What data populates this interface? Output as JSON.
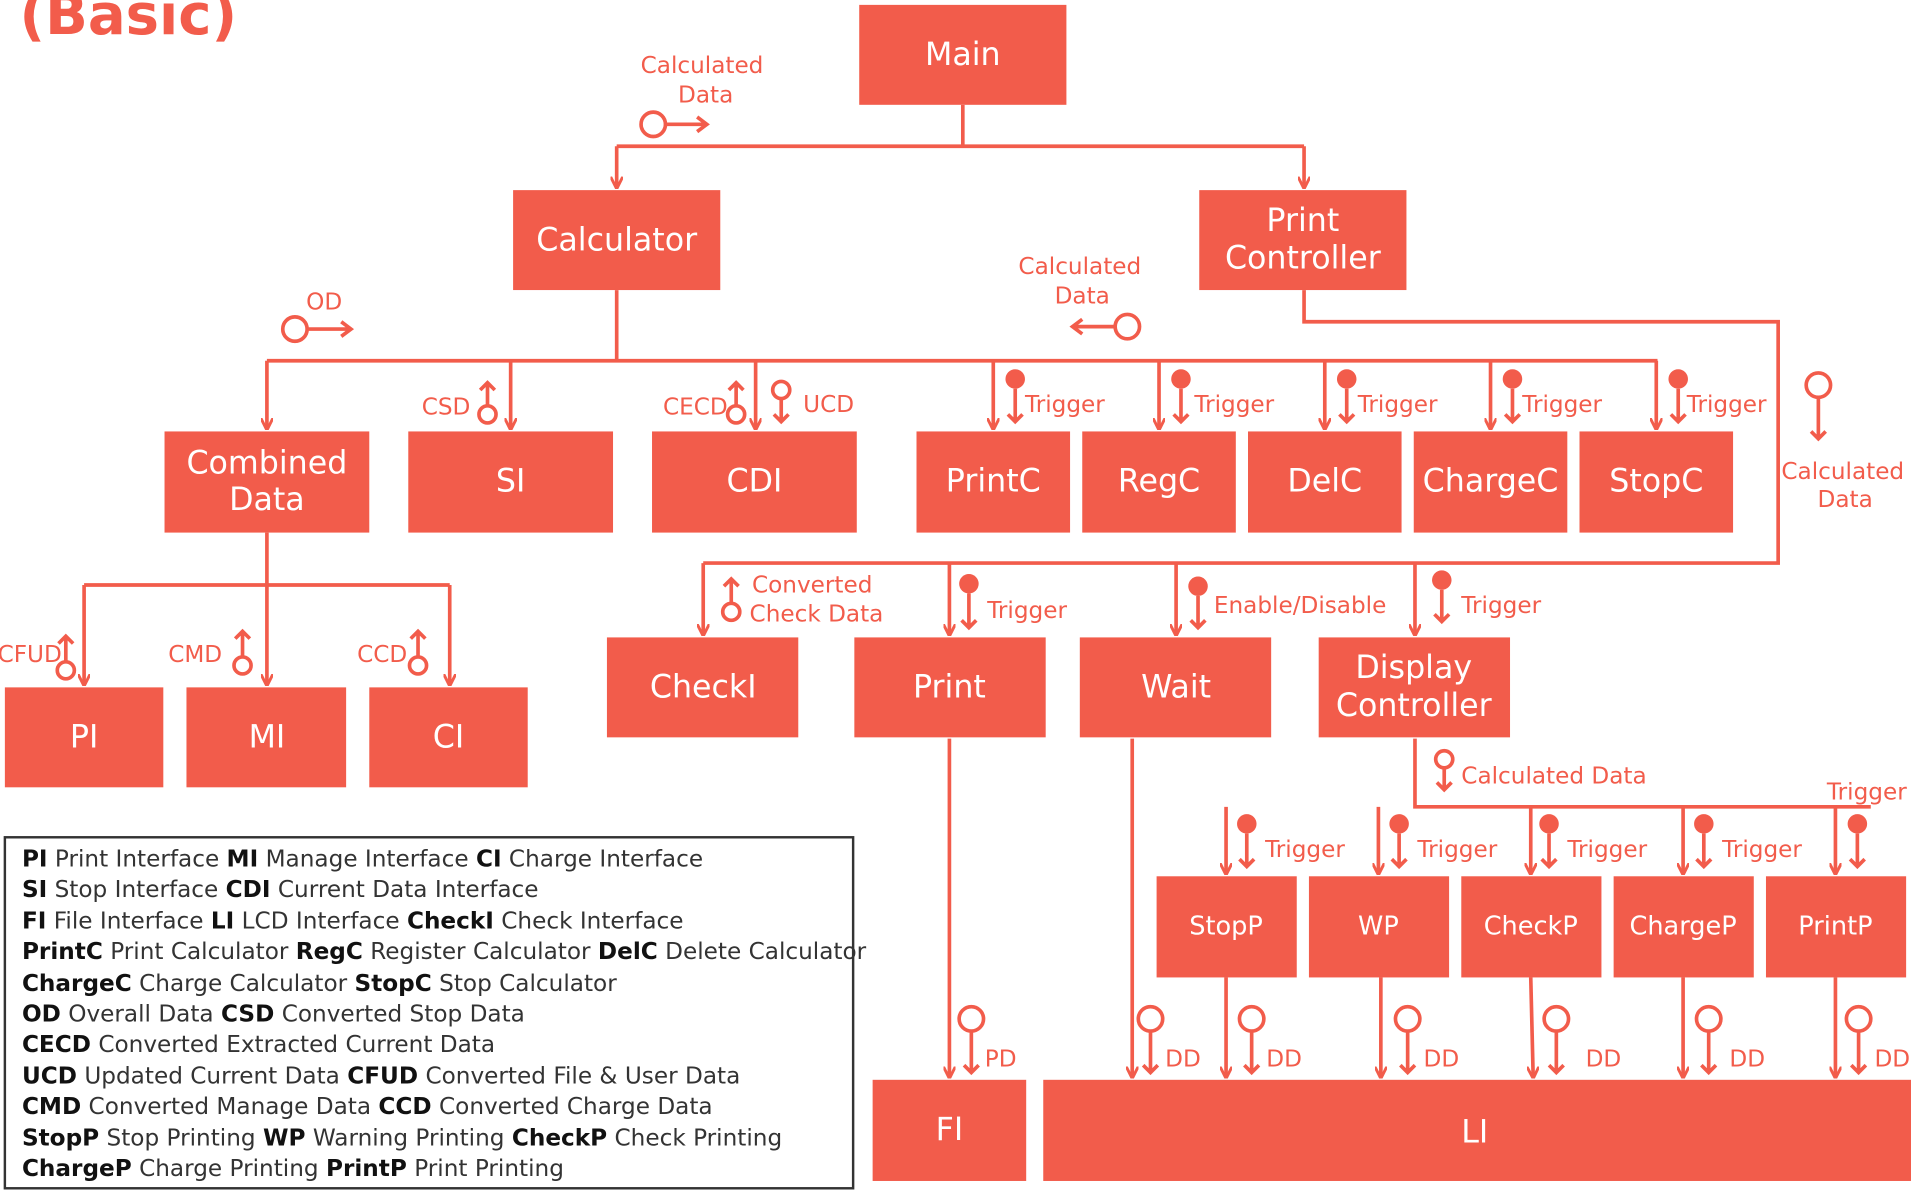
{
  "title": "(Basic)",
  "boxes": {
    "main": "Main",
    "calculator": "Calculator",
    "print_controller": [
      "Print",
      "Controller"
    ],
    "combined_data": [
      "Combined",
      "Data"
    ],
    "si": "SI",
    "cdi": "CDI",
    "printc": "PrintC",
    "regc": "RegC",
    "delc": "DelC",
    "chargec": "ChargeC",
    "stopc": "StopC",
    "pi": "PI",
    "mi": "MI",
    "ci": "CI",
    "checki": "CheckI",
    "print": "Print",
    "wait": "Wait",
    "display_controller": [
      "Display",
      "Controller"
    ],
    "stopp": "StopP",
    "wp": "WP",
    "checkp": "CheckP",
    "chargep": "ChargeP",
    "printp": "PrintP",
    "fi": "FI",
    "li": "LI"
  },
  "labels": {
    "calculated_data_top": [
      "Calculated",
      "Data"
    ],
    "calculated_data_mid": [
      "Calculated",
      "Data"
    ],
    "calculated_data_right": [
      "Calculated",
      "Data"
    ],
    "od": "OD",
    "csd": "CSD",
    "cecd": "CECD",
    "ucd": "UCD",
    "trigger": "Trigger",
    "cfud": "CFUD",
    "cmd": "CMD",
    "ccd": "CCD",
    "converted_check_data": [
      "Converted",
      "Check Data"
    ],
    "enable_disable": "Enable/Disable",
    "calculated_data_display": "Calculated Data",
    "pd": "PD",
    "dd": "DD"
  },
  "legend": [
    [
      {
        "b": "PI"
      },
      {
        "t": " Print Interface "
      },
      {
        "b": "MI"
      },
      {
        "t": " Manage Interface "
      },
      {
        "b": "CI"
      },
      {
        "t": " Charge Interface"
      }
    ],
    [
      {
        "b": "SI"
      },
      {
        "t": " Stop Interface "
      },
      {
        "b": "CDI"
      },
      {
        "t": " Current Data Interface"
      }
    ],
    [
      {
        "b": "FI"
      },
      {
        "t": " File Interface "
      },
      {
        "b": "LI"
      },
      {
        "t": " LCD Interface "
      },
      {
        "b": "CheckI"
      },
      {
        "t": " Check Interface"
      }
    ],
    [
      {
        "b": "PrintC"
      },
      {
        "t": " Print Calculator "
      },
      {
        "b": "RegC"
      },
      {
        "t": " Register Calculator "
      },
      {
        "b": "DelC"
      },
      {
        "t": " Delete Calculator"
      }
    ],
    [
      {
        "b": "ChargeC"
      },
      {
        "t": " Charge Calculator "
      },
      {
        "b": "StopC"
      },
      {
        "t": " Stop Calculator"
      }
    ],
    [
      {
        "b": "OD"
      },
      {
        "t": " Overall Data "
      },
      {
        "b": "CSD"
      },
      {
        "t": " Converted Stop Data"
      }
    ],
    [
      {
        "b": "CECD"
      },
      {
        "t": " Converted Extracted Current Data"
      }
    ],
    [
      {
        "b": "UCD"
      },
      {
        "t": " Updated Current Data "
      },
      {
        "b": "CFUD"
      },
      {
        "t": " Converted File & User Data"
      }
    ],
    [
      {
        "b": "CMD"
      },
      {
        "t": " Converted Manage Data "
      },
      {
        "b": "CCD"
      },
      {
        "t": " Converted Charge Data"
      }
    ],
    [
      {
        "b": "StopP"
      },
      {
        "t": " Stop Printing "
      },
      {
        "b": "WP"
      },
      {
        "t": " Warning Printing "
      },
      {
        "b": "CheckP"
      },
      {
        "t": " Check Printing"
      }
    ],
    [
      {
        "b": "ChargeP"
      },
      {
        "t": " Charge Printing "
      },
      {
        "b": "PrintP"
      },
      {
        "t": " Print Printing"
      }
    ]
  ],
  "colors": {
    "accent": "#f25c4b",
    "text": "#333333"
  }
}
